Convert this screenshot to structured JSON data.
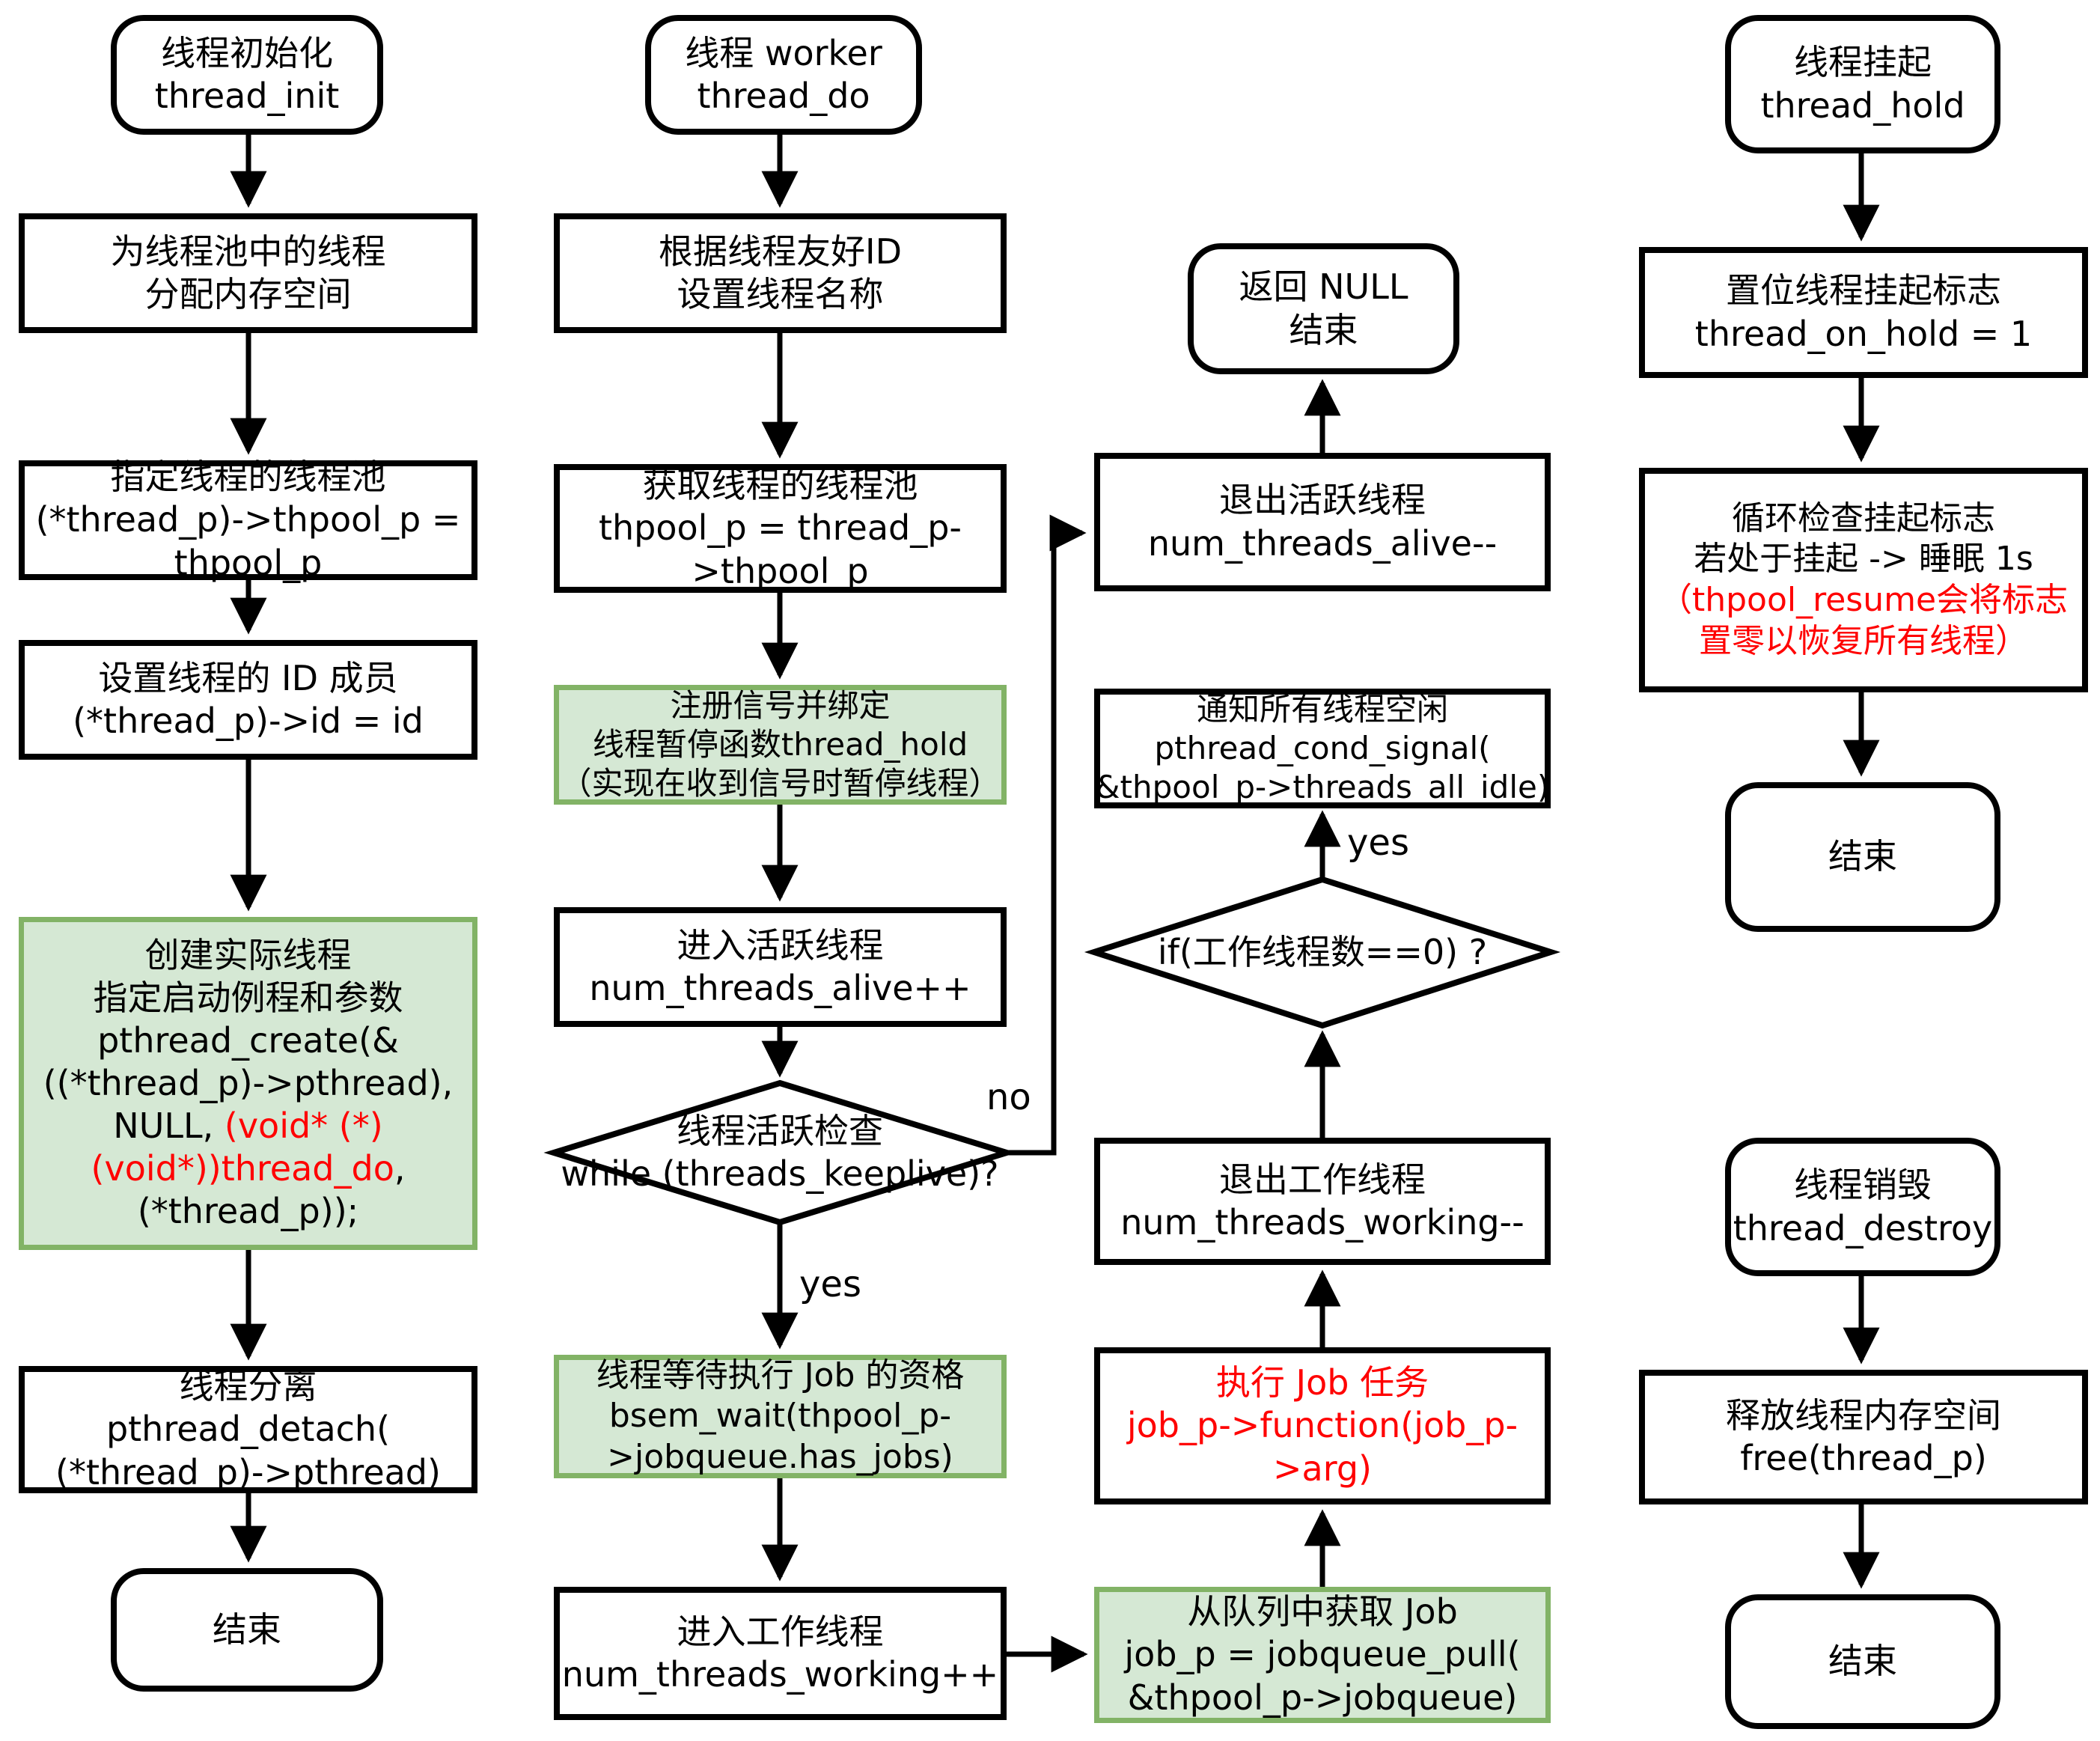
{
  "colors": {
    "green_fill": "#d5e8d4",
    "green_border": "#82b366",
    "red": "#ff0000",
    "black": "#000000"
  },
  "labels": {
    "yes_keeplive": "yes",
    "no_keeplive": "no",
    "yes_working_zero": "yes"
  },
  "nodes": {
    "thread_init": {
      "l1": "线程初始化",
      "l2": "thread_init"
    },
    "alloc_mem": {
      "l1": "为线程池中的线程",
      "l2": "分配内存空间"
    },
    "assign_thpool": {
      "l1": "指定线程的线程池",
      "l2": "(*thread_p)->thpool_p =",
      "l3": "thpool_p"
    },
    "set_id": {
      "l1": "设置线程的 ID 成员",
      "l2": "(*thread_p)->id = id"
    },
    "pthread_create": {
      "l1": "创建实际线程",
      "l2": "指定启动例程和参数",
      "l3": "pthread_create(&",
      "l4": "((*thread_p)->pthread),",
      "l5a": "NULL, ",
      "l5b": "(void* (*)",
      "l6a": "(void*))thread_do",
      "l6b": ",",
      "l7": "(*thread_p));"
    },
    "pthread_detach": {
      "l1": "线程分离",
      "l2": "pthread_detach(",
      "l3": "(*thread_p)->pthread)"
    },
    "end_init": {
      "l1": "结束"
    },
    "thread_do": {
      "l1": "线程 worker",
      "l2": "thread_do"
    },
    "set_name": {
      "l1": "根据线程友好ID",
      "l2": "设置线程名称"
    },
    "get_thpool": {
      "l1": "获取线程的线程池",
      "l2": "thpool_p = thread_p-",
      "l3": ">thpool_p"
    },
    "register_signal": {
      "l1": "注册信号并绑定",
      "l2": "线程暂停函数thread_hold",
      "l3": "（实现在收到信号时暂停线程）"
    },
    "enter_alive": {
      "l1": "进入活跃线程",
      "l2": "num_threads_alive++"
    },
    "keeplive_check": {
      "l1": "线程活跃检查",
      "l2": "while (threads_keeplive)?"
    },
    "wait_job": {
      "l1": "线程等待执行 Job 的资格",
      "l2": "bsem_wait(thpool_p-",
      "l3": ">jobqueue.has_jobs)"
    },
    "enter_working": {
      "l1": "进入工作线程",
      "l2": "num_threads_working++"
    },
    "return_null": {
      "l1": "返回 NULL",
      "l2": "结束"
    },
    "exit_alive": {
      "l1": "退出活跃线程",
      "l2": "num_threads_alive--"
    },
    "signal_idle": {
      "l1": "通知所有线程空闲",
      "l2": "pthread_cond_signal(",
      "l3": "&thpool_p->threads_all_idle)"
    },
    "working_zero_check": {
      "l1": "if(工作线程数==0) ?"
    },
    "exit_working": {
      "l1": "退出工作线程",
      "l2": "num_threads_working--"
    },
    "run_job": {
      "l1": "执行 Job 任务",
      "l2": "job_p->function(job_p-",
      "l3": ">arg)"
    },
    "pull_job": {
      "l1": "从队列中获取 Job",
      "l2": "job_p = jobqueue_pull(",
      "l3": "&thpool_p->jobqueue)"
    },
    "thread_hold": {
      "l1": "线程挂起",
      "l2": "thread_hold"
    },
    "set_hold_flag": {
      "l1": "置位线程挂起标志",
      "l2": "thread_on_hold = 1"
    },
    "check_hold_loop": {
      "l1": "循环检查挂起标志",
      "l2": "若处于挂起 -> 睡眠 1s",
      "l3": "（thpool_resume会将标志",
      "l4": "置零以恢复所有线程）"
    },
    "end_hold": {
      "l1": "结束"
    },
    "thread_destroy": {
      "l1": "线程销毁",
      "l2": "thread_destroy"
    },
    "free_thread": {
      "l1": "释放线程内存空间",
      "l2": "free(thread_p)"
    },
    "end_destroy": {
      "l1": "结束"
    }
  }
}
